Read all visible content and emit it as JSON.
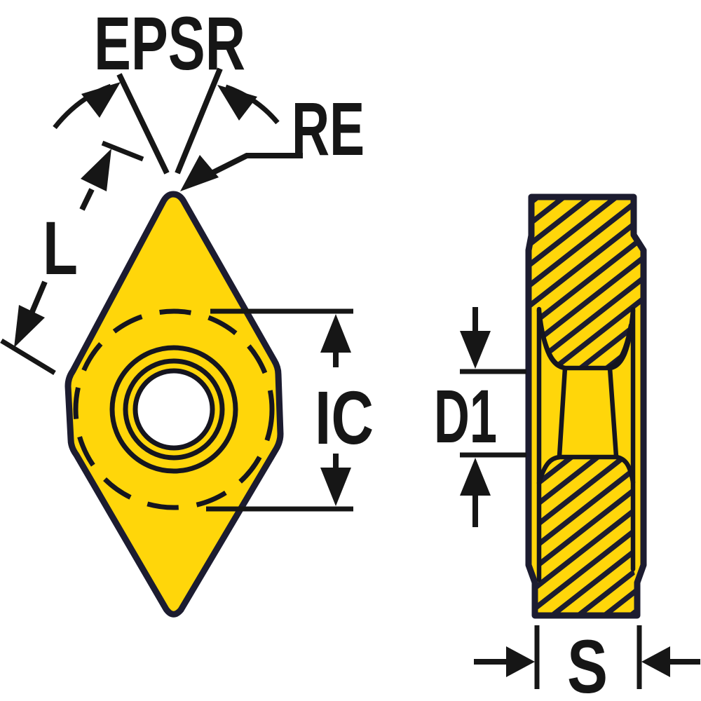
{
  "figure": {
    "title": "cutting-insert-dimension-diagram",
    "colors": {
      "insert_fill": "#FFD60A",
      "insert_outline": "#1C1C30",
      "dimension_ink": "#161616",
      "background": "#FFFFFF",
      "hole_fill": "#FFFFFF"
    },
    "labels": {
      "epsr": "EPSR",
      "re": "RE",
      "l": "L",
      "ic": "IC",
      "d1": "D1",
      "s": "S"
    }
  }
}
